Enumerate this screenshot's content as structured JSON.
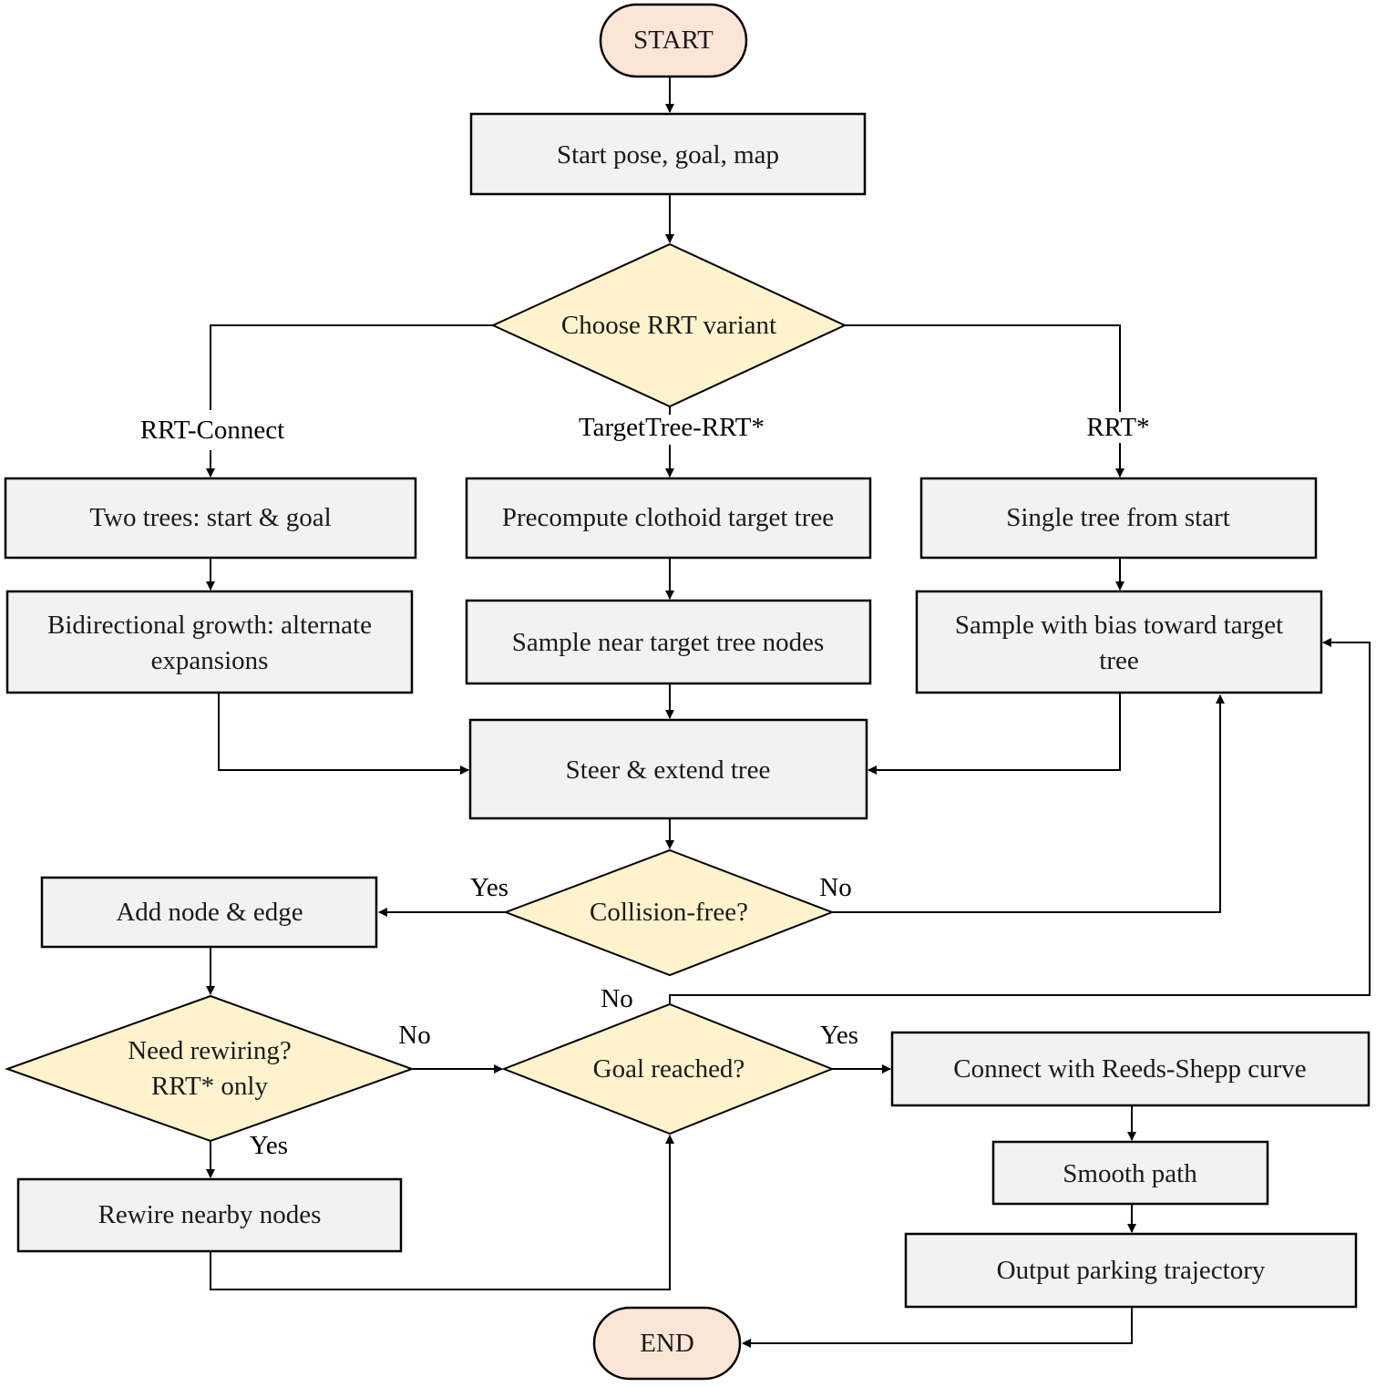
{
  "nodes": {
    "start": "START",
    "input": "Start pose, goal, map",
    "choose": "Choose RRT variant",
    "two_trees": "Two trees: start & goal",
    "bidirectional": [
      "Bidirectional growth: alternate",
      "expansions"
    ],
    "precompute": "Precompute clothoid target tree",
    "sample_near": "Sample near target tree nodes",
    "single_tree": "Single tree from start",
    "sample_bias": [
      "Sample with bias toward target",
      "tree"
    ],
    "steer": "Steer & extend tree",
    "collision": "Collision-free?",
    "add_node": "Add node & edge",
    "rewiring": [
      "Need rewiring?",
      "RRT* only"
    ],
    "rewire": "Rewire nearby nodes",
    "goal": "Goal reached?",
    "connect": "Connect with Reeds-Shepp curve",
    "smooth": "Smooth path",
    "output": "Output parking trajectory",
    "end": "END"
  },
  "edge_labels": {
    "rrt_connect": "RRT-Connect",
    "targettree": "TargetTree-RRT*",
    "rrt_star": "RRT*",
    "collision_yes": "Yes",
    "collision_no": "No",
    "rewiring_no": "No",
    "rewiring_yes": "Yes",
    "goal_no": "No",
    "goal_yes": "Yes"
  },
  "colors": {
    "process_fill": "#f2f2f2",
    "decision_fill": "#fff2cc",
    "terminal_fill": "#fbe5d6",
    "stroke": "#000000"
  }
}
